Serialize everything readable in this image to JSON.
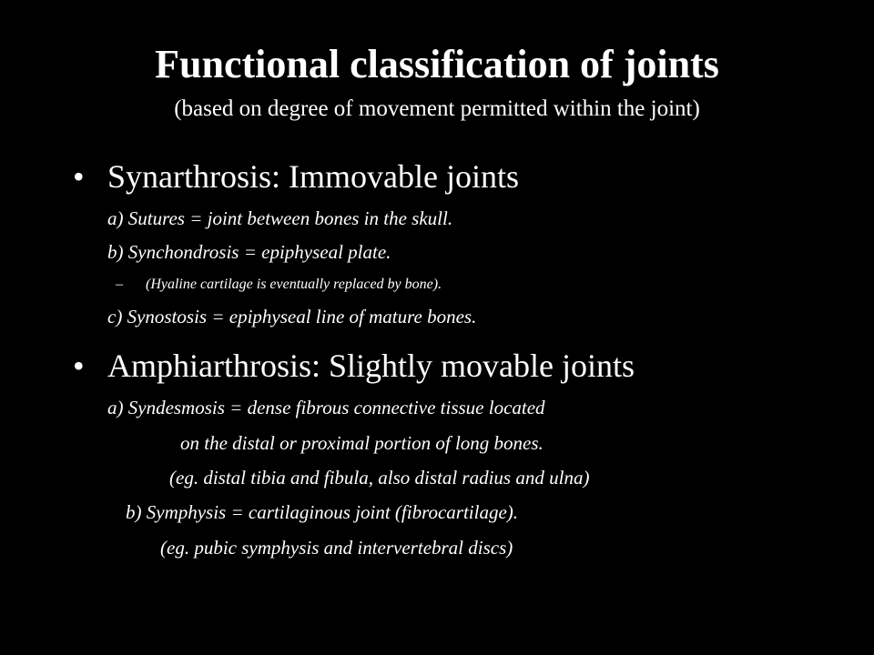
{
  "title": "Functional classification of joints",
  "subtitle": "(based on degree of movement  permitted within the joint)",
  "sections": [
    {
      "heading": "Synarthrosis: Immovable joints",
      "items": [
        "a)  Sutures = joint between bones in the skull.",
        "b)  Synchondrosis = epiphyseal plate.",
        "(Hyaline cartilage  is eventually replaced by bone).",
        "c)  Synostosis = epiphyseal line of mature bones."
      ]
    },
    {
      "heading": "Amphiarthrosis:  Slightly movable joints",
      "items": [
        "a) Syndesmosis = dense fibrous connective tissue located",
        "on the distal or proximal portion of long bones.",
        "(eg. distal tibia and fibula, also distal radius and ulna)",
        "b) Symphysis = cartilaginous joint (fibrocartilage).",
        "(eg. pubic symphysis and intervertebral discs)"
      ]
    }
  ],
  "bullet_glyph": "•",
  "dash_glyph": "–"
}
